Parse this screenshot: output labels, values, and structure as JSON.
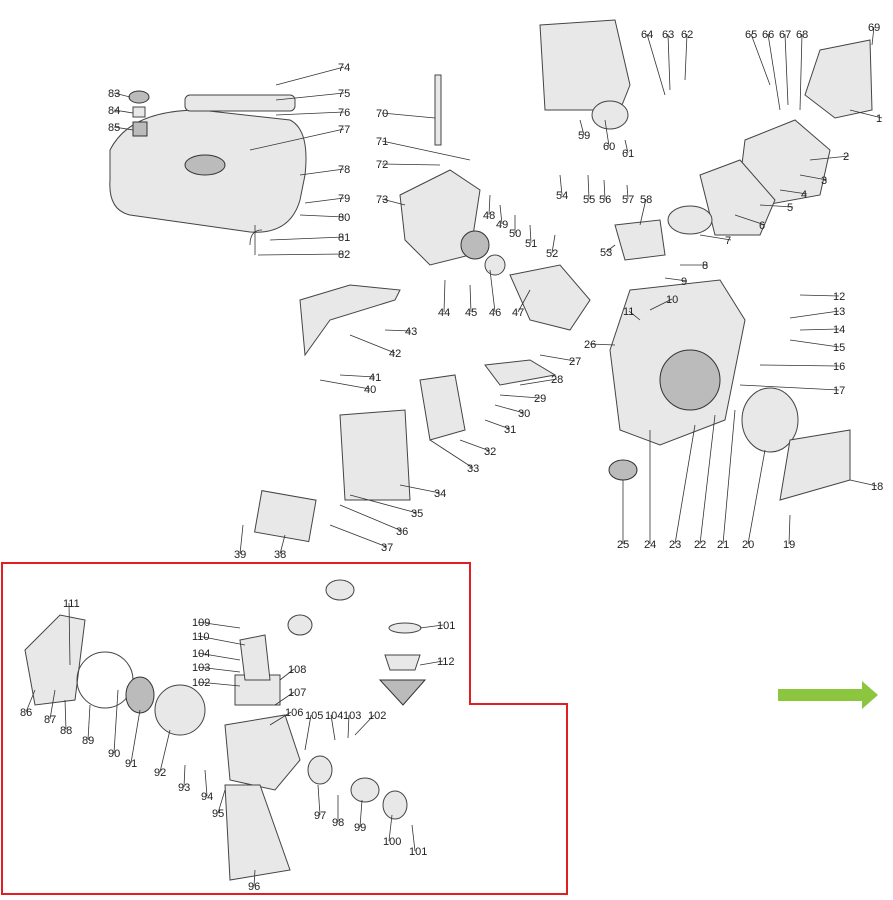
{
  "diagram": {
    "type": "exploded-parts-diagram",
    "highlight_color": "#e02020",
    "arrow_color": "#8cc63f",
    "part_numbers": [
      "74",
      "75",
      "76",
      "77",
      "78",
      "79",
      "80",
      "81",
      "82",
      "83",
      "84",
      "85",
      "70",
      "71",
      "72",
      "73",
      "48",
      "49",
      "50",
      "51",
      "52",
      "54",
      "55",
      "56",
      "57",
      "58",
      "59",
      "60",
      "61",
      "64",
      "63",
      "62",
      "65",
      "66",
      "67",
      "68",
      "69",
      "1",
      "2",
      "3",
      "4",
      "5",
      "6",
      "7",
      "8",
      "9",
      "10",
      "11",
      "12",
      "13",
      "14",
      "15",
      "16",
      "17",
      "18",
      "53",
      "47",
      "46",
      "45",
      "44",
      "43",
      "42",
      "41",
      "40",
      "27",
      "28",
      "29",
      "30",
      "31",
      "32",
      "33",
      "34",
      "35",
      "36",
      "37",
      "38",
      "39",
      "26",
      "25",
      "24",
      "23",
      "22",
      "21",
      "20",
      "19",
      "111",
      "109",
      "110",
      "104",
      "103",
      "102",
      "108",
      "107",
      "106",
      "105",
      "104",
      "103",
      "102",
      "101",
      "112",
      "86",
      "87",
      "88",
      "89",
      "90",
      "91",
      "92",
      "93",
      "94",
      "95",
      "96",
      "97",
      "98",
      "99",
      "100",
      "101"
    ]
  }
}
